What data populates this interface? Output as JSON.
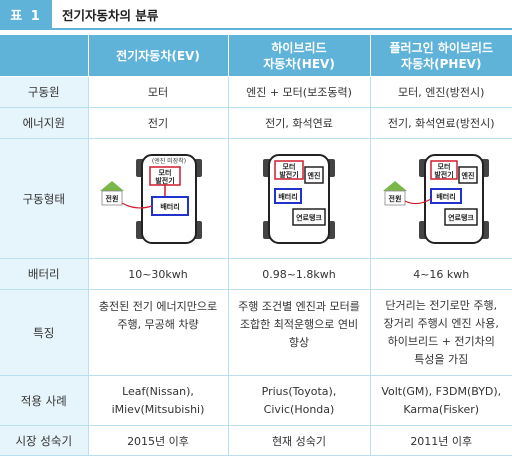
{
  "table_label": "표 1",
  "title": "전기자동차의 분류",
  "columns": [
    {
      "line1": "전기자동차(EV)",
      "line2": ""
    },
    {
      "line1": "하이브리드",
      "line2": "자동차(HEV)"
    },
    {
      "line1": "플러그인 하이브리드",
      "line2": "자동차(PHEV)"
    }
  ],
  "rows": {
    "drive_source": {
      "label": "구동원",
      "ev": "모터",
      "hev": "엔진 + 모터(보조동력)",
      "phev": "모터, 엔진(방전시)"
    },
    "energy_source": {
      "label": "에너지원",
      "ev": "전기",
      "hev": "전기, 화석연료",
      "phev": "전기, 화석연료(방전시)"
    },
    "drive_type": {
      "label": "구동형태"
    },
    "battery": {
      "label": "배터리",
      "ev": "10~30kwh",
      "hev": "0.98~1.8kwh",
      "phev": "4~16 kwh"
    },
    "features": {
      "label": "특징",
      "ev": [
        "충전된 전기 에너지만으로",
        "주행, 무공해 차량"
      ],
      "hev": [
        "주행 조건별 엔진과 모터를",
        "조합한 최적운행으로 연비",
        "향상"
      ],
      "phev": [
        "단거리는 전기로만 주행,",
        "장거리 주행시 엔진 사용,",
        "하이브리드 + 전기차의",
        "특성을 가짐"
      ]
    },
    "examples": {
      "label": "적용 사례",
      "ev": [
        "Leaf(Nissan),",
        "iMiev(Mitsubishi)"
      ],
      "hev": [
        "Prius(Toyota),",
        "Civic(Honda)"
      ],
      "phev": [
        "Volt(GM), F3DM(BYD),",
        "Karma(Fisker)"
      ]
    },
    "maturity": {
      "label": "시장 성숙기",
      "ev": "2015년 이후",
      "hev": "현재 성숙기",
      "phev": "2011년 이후"
    }
  },
  "diagram_labels": {
    "power": "전원",
    "motor": "모터",
    "generator": "발전기",
    "battery": "배터리",
    "engine": "엔진",
    "fuel_tank": "연료탱크",
    "engine_missing": "(엔진 미장착)"
  },
  "colors": {
    "accent": "#5fb3d9",
    "label_bg": "#e6f4fb",
    "border": "#b9dff0",
    "battery_outline": "#2233cc",
    "motor_outline": "#d01c2c",
    "house_roof": "#7ab648"
  }
}
